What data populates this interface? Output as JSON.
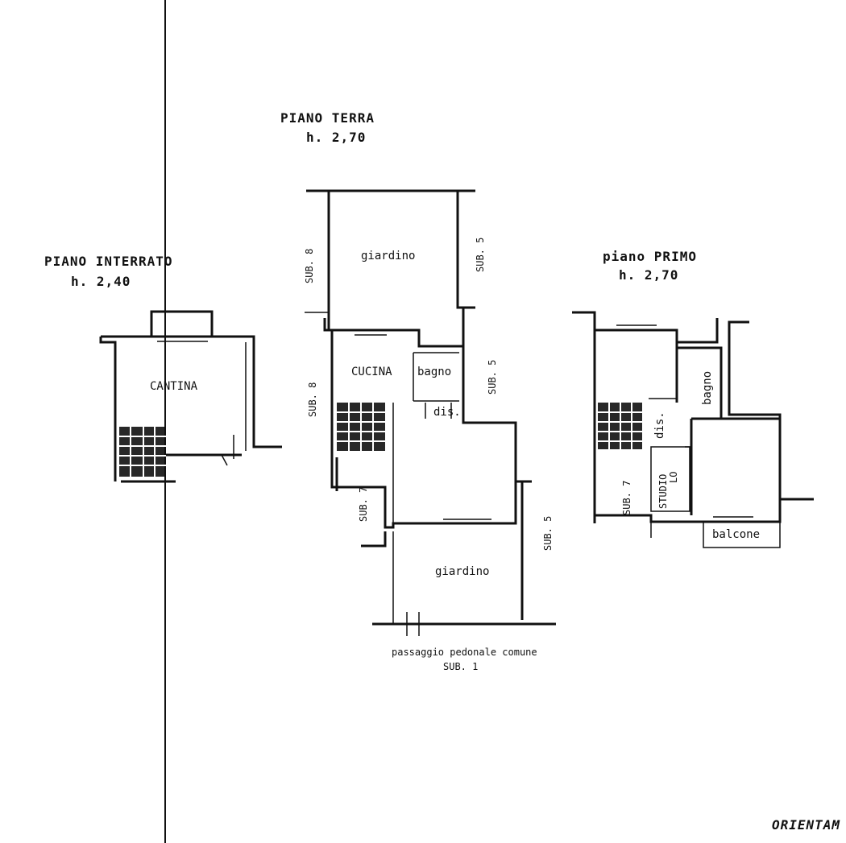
{
  "floors": {
    "basement": {
      "title": "PIANO INTERRATO",
      "height": "h. 2,40",
      "rooms": {
        "cantina": "CANTINA"
      }
    },
    "ground": {
      "title": "PIANO  TERRA",
      "height": "h.  2,70",
      "rooms": {
        "giardino_top": "giardino",
        "cucina": "CUCINA",
        "bagno": "bagno",
        "dis": "dis.",
        "giardino_bottom": "giardino"
      },
      "neighbors": {
        "sub8_top": "SUB. 8",
        "sub5_top": "SUB. 5",
        "sub8_mid": "SUB. 8",
        "sub5_mid": "SUB. 5",
        "sub7": "SUB. 7",
        "sub5_bottom": "SUB. 5"
      },
      "passage": "passaggio  pedonale  comune",
      "passage_sub": "SUB. 1"
    },
    "first": {
      "title": "piano PRIMO",
      "height": "h.  2,70",
      "rooms": {
        "bagno": "bagno",
        "dis": "dis.",
        "studio": "STUDIO",
        "lo": "LO",
        "balcone": "balcone"
      },
      "neighbors": {
        "sub7": "SUB. 7"
      }
    }
  },
  "orientation": "ORIENTAM"
}
